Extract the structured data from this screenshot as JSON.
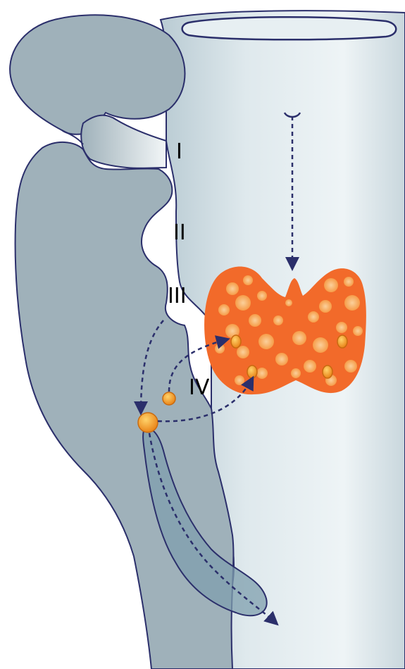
{
  "pouch_labels": [
    "I",
    "II",
    "III",
    "IV"
  ],
  "colors": {
    "outline": "#2b2f6b",
    "pharynx_fill": "#9fb1ba",
    "tube_light": "#d9e5ea",
    "tube_mid": "#c4d3da",
    "duct_fill": "#7f9fad",
    "thyroid_core": "#f26a2a",
    "thyroid_spot": "#f7b86a",
    "gland_fill": "#f29a2e",
    "arrow": "#2b2f6b"
  },
  "icons": {
    "thyroid": "thyroid-gland-icon",
    "parathyroid": "parathyroid-gland-icon",
    "thymus": "thymus-icon"
  }
}
